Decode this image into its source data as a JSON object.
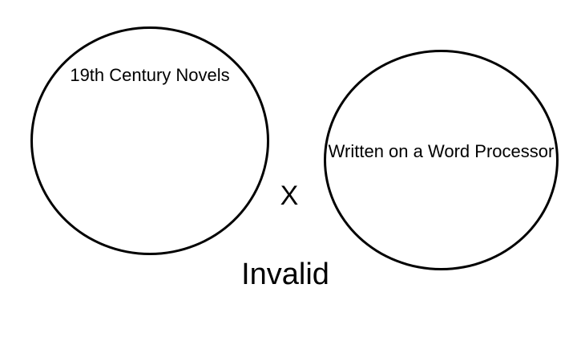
{
  "diagram": {
    "type": "venn-disjoint-circles",
    "left_circle": {
      "label": "19th Century Novels"
    },
    "right_circle": {
      "label": "Written on a Word Processor"
    },
    "between_marker": "X",
    "caption": "Invalid"
  },
  "colors": {
    "background": "#ffffff",
    "stroke": "#000000",
    "text": "#000000"
  }
}
